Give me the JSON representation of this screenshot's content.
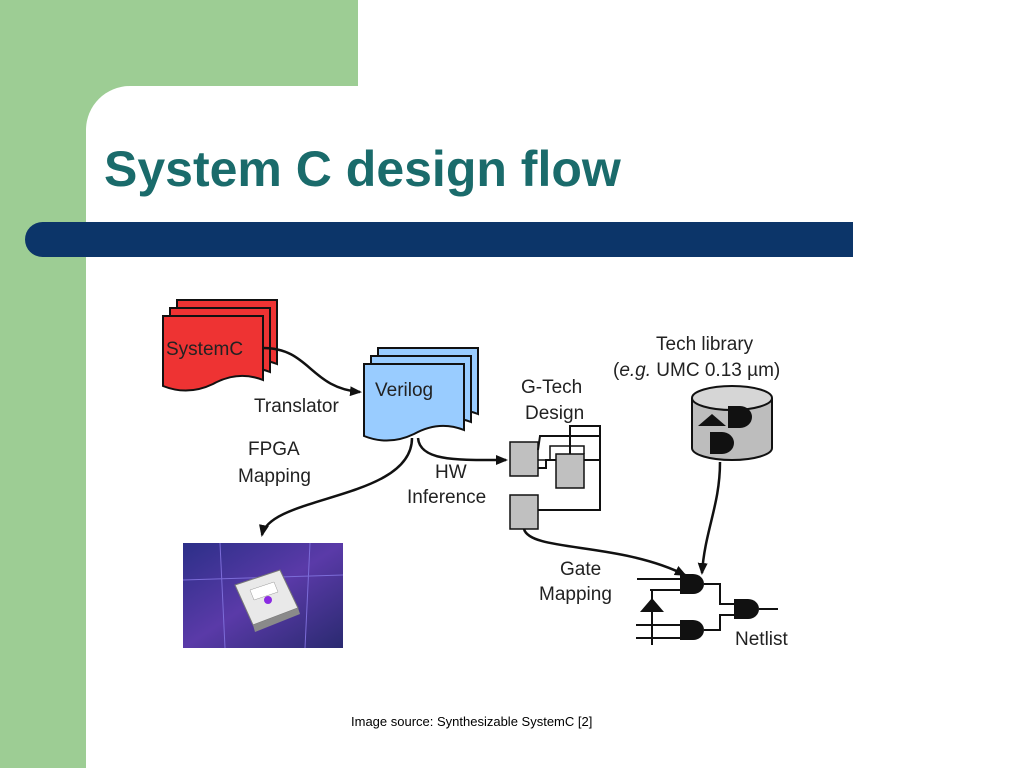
{
  "slide": {
    "title": "System C design flow",
    "caption": "Image source: Synthesizable SystemC [2]"
  },
  "diagram": {
    "nodes": {
      "systemc": "SystemC",
      "verilog": "Verilog",
      "gtech_line1": "G-Tech",
      "gtech_line2": "Design",
      "techlib_line1": "Tech library",
      "techlib_line2_prefix": "(",
      "techlib_line2_italic": "e.g.",
      "techlib_line2_rest": " UMC 0.13 µm)",
      "netlist": "Netlist"
    },
    "edge_labels": {
      "translator": "Translator",
      "fpga_line1": "FPGA",
      "fpga_line2": "Mapping",
      "hw_line1": "HW",
      "hw_line2": "Inference",
      "gate_line1": "Gate",
      "gate_line2": "Mapping"
    },
    "colors": {
      "systemc_fill": "#ee3333",
      "verilog_fill": "#99ccff",
      "block_fill": "#c0c0c0",
      "cylinder_fill": "#bdbdbd",
      "line": "#111111"
    }
  }
}
